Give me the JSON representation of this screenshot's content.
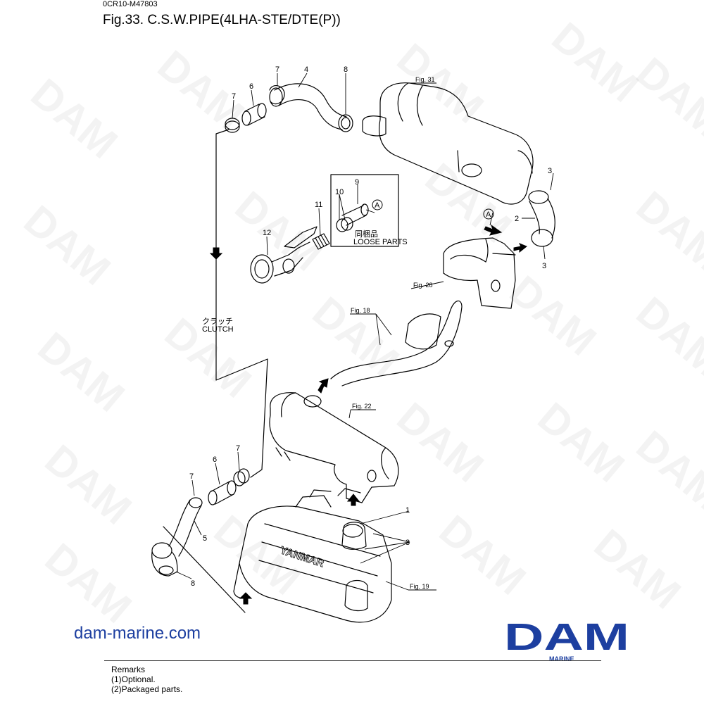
{
  "header": {
    "doc_id": "0CR10-M47803",
    "title": "Fig.33.  C.S.W.PIPE(4LHA-STE/DTE(P))"
  },
  "diagram": {
    "part_numbers": {
      "p1": "1",
      "p2": "2",
      "p3a": "3",
      "p3b": "3",
      "p3c": "3",
      "p4": "4",
      "p5": "5",
      "p6a": "6",
      "p6b": "6",
      "p7a": "7",
      "p7b": "7",
      "p7c": "7",
      "p7d": "7",
      "p8a": "8",
      "p8b": "8",
      "p9": "9",
      "p10": "10",
      "p11": "11",
      "p12": "12"
    },
    "fig_refs": {
      "fig31": "Fig. 31",
      "fig28": "Fig. 28",
      "fig18": "Fig. 18",
      "fig22": "Fig. 22",
      "fig19": "Fig. 19"
    },
    "connector_a1": "A",
    "connector_a2": "A",
    "loose_parts_jp": "同梱品",
    "loose_parts_en": "LOOSE PARTS",
    "clutch_jp": "クラッチ",
    "clutch_en": "CLUTCH",
    "engine_brand": "YANMAR",
    "watermark": "DAM"
  },
  "footer": {
    "website": "dam-marine.com",
    "logo_main": "DAM",
    "logo_sub": "MARINE",
    "remarks_title": "Remarks",
    "remark_1": "(1)Optional.",
    "remark_2": "(2)Packaged parts."
  },
  "colors": {
    "website_blue": "#1d3fa0",
    "logo_blue": "#1d3fa0"
  }
}
